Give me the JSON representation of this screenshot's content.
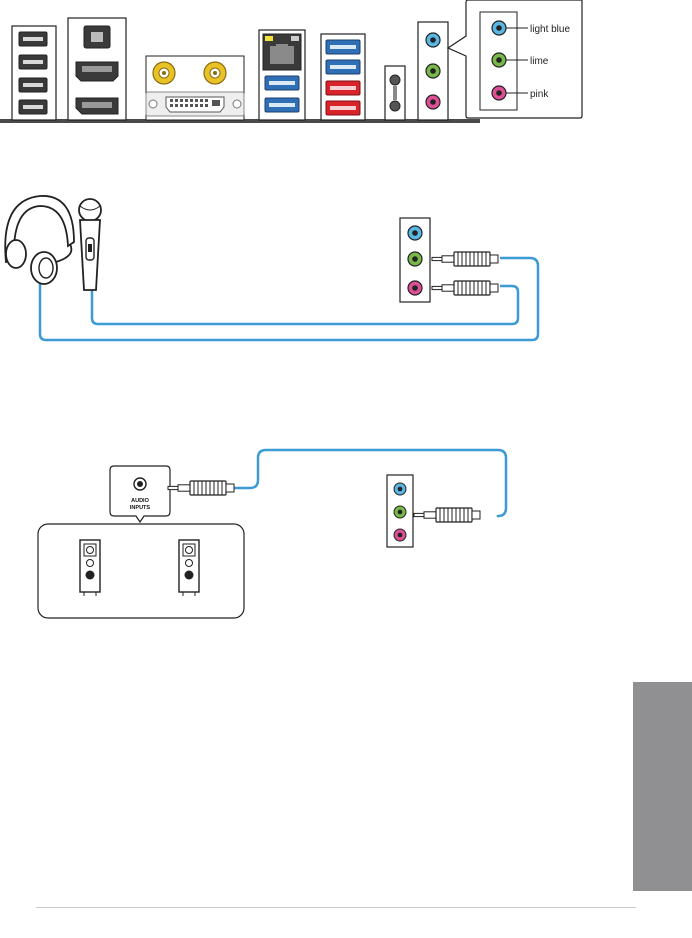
{
  "colors": {
    "light_blue": "#59b8e3",
    "lime": "#79b94a",
    "pink": "#de4f95",
    "cable": "#3c9bd4",
    "usb3_blue": "#2e6fb5",
    "usb_red": "#d8232a",
    "antenna_gold": "#e8c227",
    "side_tab": "#909092",
    "board_edge": "#4a4a4a"
  },
  "legend": {
    "items": [
      {
        "label": "light blue",
        "color": "#59b8e3"
      },
      {
        "label": "lime",
        "color": "#79b94a"
      },
      {
        "label": "pink",
        "color": "#de4f95"
      }
    ]
  },
  "amplifier": {
    "line1": "AUDIO",
    "line2": "INPUTS"
  },
  "icons": {
    "headphone": "headphone-icon",
    "microphone": "microphone-icon",
    "speaker": "speaker-icon",
    "audio_jack_plug": "audio-plug-icon",
    "usb_port": "usb-port-icon",
    "hdmi_port": "hdmi-port-icon",
    "optical_port": "optical-spdif-icon",
    "lan_port": "lan-port-icon",
    "dvi_port": "dvi-port-icon",
    "antenna_port": "wifi-antenna-icon"
  }
}
